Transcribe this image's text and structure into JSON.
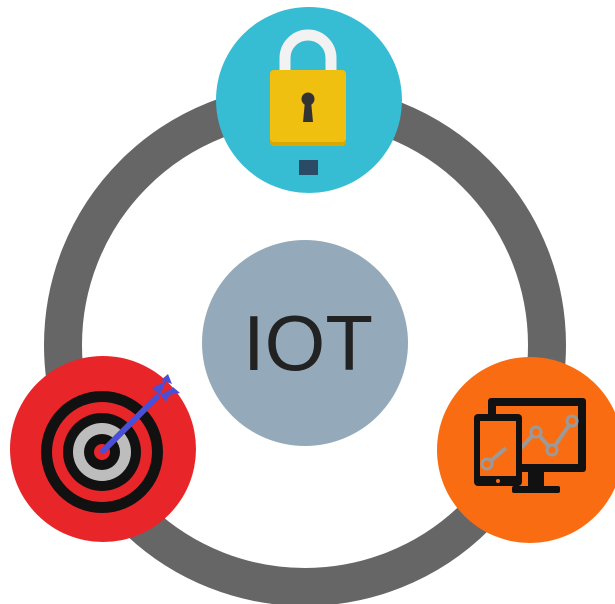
{
  "center": {
    "label": "IOT"
  },
  "colors": {
    "ring": "#666666",
    "center_fill": "#94a9b9",
    "center_text": "#222222",
    "lock_circle": "#36bcd3",
    "target_circle": "#e8262a",
    "devices_circle": "#fa6c12",
    "lock_body": "#f0c010",
    "lock_shackle": "#f2f2f2",
    "arrow": "#4a4fd6",
    "device_icon": "#111111",
    "chart_line": "#9a9a9a"
  },
  "nodes": [
    {
      "name": "lock-node",
      "icon": "padlock-icon"
    },
    {
      "name": "target-node",
      "icon": "target-icon"
    },
    {
      "name": "devices-node",
      "icon": "devices-chart-icon"
    }
  ]
}
